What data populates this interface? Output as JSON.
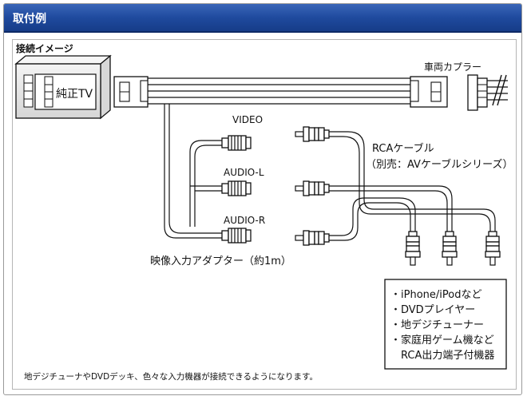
{
  "header": {
    "title": "取付例"
  },
  "diagram": {
    "section_label": "接続イメージ",
    "head_unit_label": "純正TV",
    "vehicle_coupler_label": "車両カプラー",
    "inputs": [
      "VIDEO",
      "AUDIO-L",
      "AUDIO-R"
    ],
    "adapter_label": "映像入力アダプター（約1m）",
    "rca_cable_label": "RCAケーブル",
    "rca_cable_note": "（別売：AVケーブルシリーズ）",
    "devices": [
      "・iPhone/iPodなど",
      "・DVDプレイヤー",
      "・地デジチューナー",
      "・家庭用ゲーム機など",
      "　RCA出力端子付機器"
    ],
    "caption": "地デジチューナやDVDデッキ、色々な入力機器が接続できるようになります。"
  }
}
